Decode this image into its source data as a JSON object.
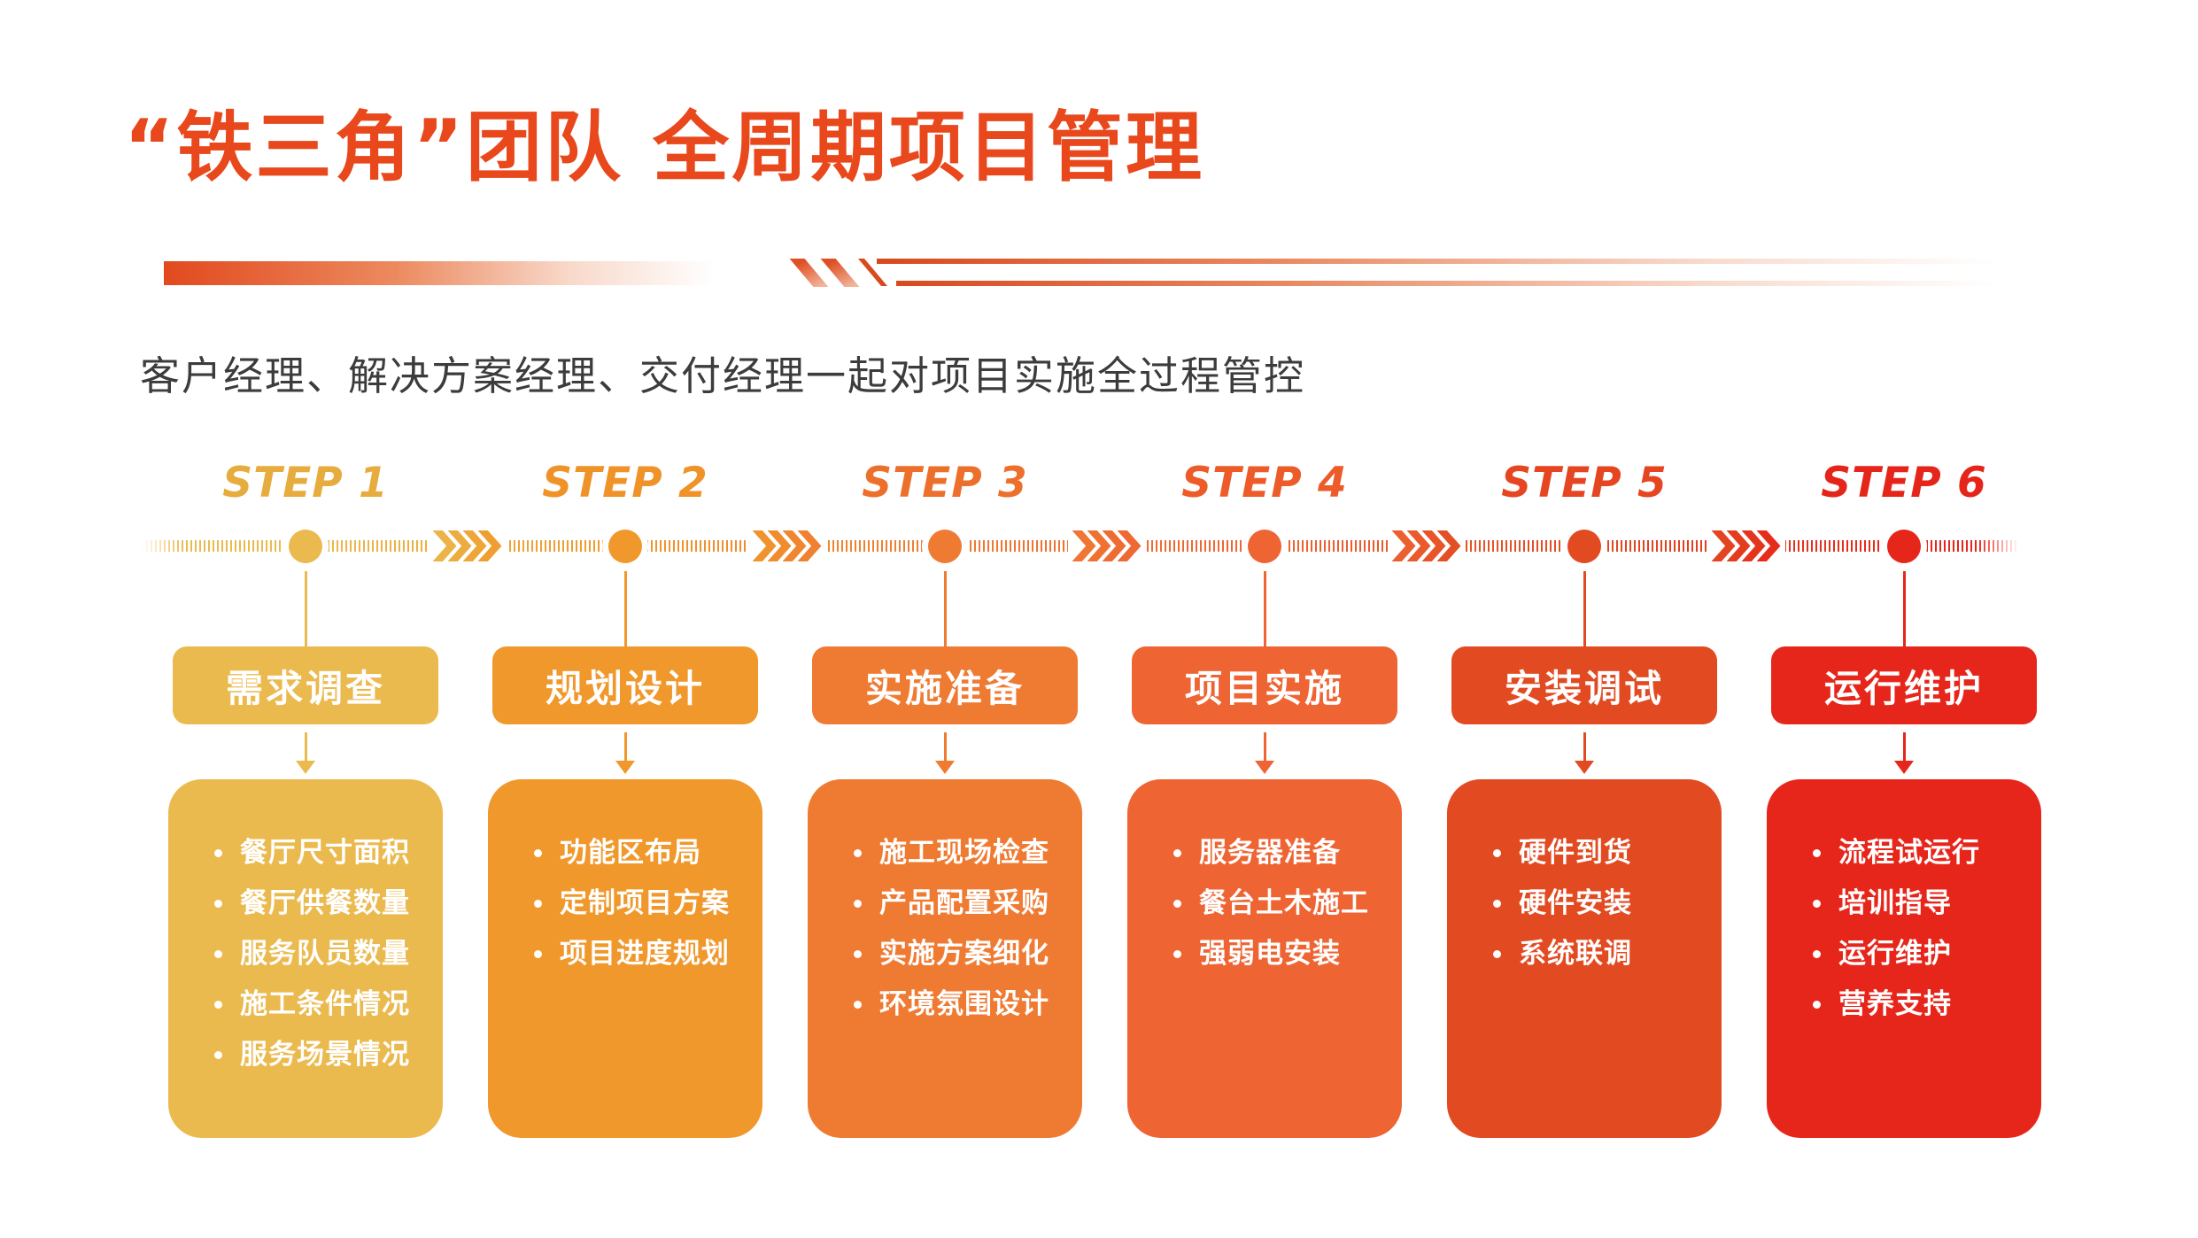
{
  "title": {
    "text": "“铁三角”团队 全周期项目管理",
    "color": "#E8481C"
  },
  "subtitle": {
    "text": "客户经理、解决方案经理、交付经理一起对项目实施全过程管控",
    "color": "#3C3C3C"
  },
  "accent_color": "#E8481C",
  "steps": [
    {
      "label": "STEP 1",
      "label_color": "#E6AC3E",
      "color": "#EBBA4F",
      "name": "需求调查",
      "items": [
        "餐厅尺寸面积",
        "餐厅供餐数量",
        "服务队员数量",
        "施工条件情况",
        "服务场景情况"
      ]
    },
    {
      "label": "STEP 2",
      "label_color": "#EF9227",
      "color": "#F0982B",
      "name": "规划设计",
      "items": [
        "功能区布局",
        "定制项目方案",
        "项目进度规划"
      ]
    },
    {
      "label": "STEP 3",
      "label_color": "#ED6F2C",
      "color": "#EF7B33",
      "name": "实施准备",
      "items": [
        "施工现场检查",
        "产品配置采购",
        "实施方案细化",
        "环境氛围设计"
      ]
    },
    {
      "label": "STEP 4",
      "label_color": "#EC5B28",
      "color": "#EE6433",
      "name": "项目实施",
      "items": [
        "服务器准备",
        "餐台土木施工",
        "强弱电安装"
      ]
    },
    {
      "label": "STEP 5",
      "label_color": "#E64521",
      "color": "#E24B22",
      "name": "安装调试",
      "items": [
        "硬件到货",
        "硬件安装",
        "系统联调"
      ]
    },
    {
      "label": "STEP 6",
      "label_color": "#E5251A",
      "color": "#E7261B",
      "name": "运行维护",
      "items": [
        "流程试运行",
        "培训指导",
        "运行维护",
        "营养支持"
      ]
    }
  ]
}
